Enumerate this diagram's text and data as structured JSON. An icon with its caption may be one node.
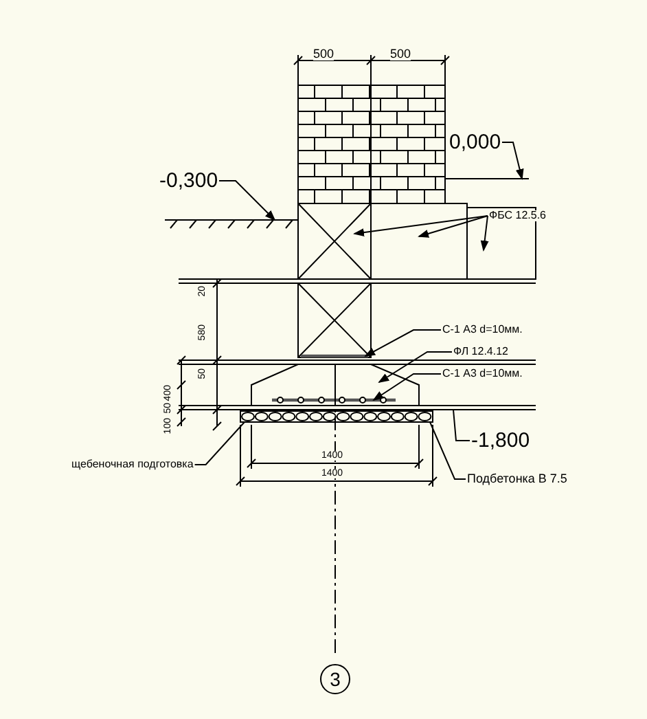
{
  "diagram": {
    "nodes": [
      {
        "text": [
          "-0,300"
        ]
      },
      {
        "text": [
          "0,000"
        ]
      },
      {
        "text": [
          "ФБС 12.5.6"
        ]
      },
      {
        "text": [
          "С-1 А3 d=10мм."
        ]
      },
      {
        "text": [
          "ФЛ 12.4.12"
        ]
      },
      {
        "text": [
          "С-1 А3 d=10мм."
        ]
      },
      {
        "text": [
          "-1,800"
        ]
      },
      {
        "text": [
          "щебеночная подготовка"
        ]
      },
      {
        "text": [
          "Подбетонка В 7.5"
        ]
      },
      {
        "text": [
          "3"
        ]
      },
      {
        "text": [],
        "shape": "line"
      },
      {
        "text": [],
        "shape": "line"
      },
      {
        "text": [],
        "shape": "box"
      },
      {
        "text": [],
        "shape": "box"
      },
      {
        "text": [],
        "shape": "box"
      },
      {
        "text": [],
        "shape": "bar"
      },
      {
        "text": [],
        "shape": "box"
      },
      {
        "text": [],
        "shape": "bar",
        "in": 16
      },
      {
        "text": [],
        "shape": "box"
      },
      {
        "text": [],
        "shape": "line"
      }
    ],
    "edges": [
      {
        "from": 0,
        "to": 10,
        "arrow": "to"
      },
      {
        "from": 1,
        "to": 11,
        "arrow": "to"
      },
      {
        "from": 2,
        "to": 12,
        "arrow": "to"
      },
      {
        "from": 2,
        "to": 13,
        "arrow": "to"
      },
      {
        "from": 2,
        "to": 14,
        "arrow": "to"
      },
      {
        "from": 3,
        "to": 15,
        "arrow": "to"
      },
      {
        "from": 4,
        "to": 16,
        "arrow": "to"
      },
      {
        "from": 5,
        "to": 17,
        "arrow": "to"
      },
      {
        "from": 6,
        "to": 19,
        "arrow": "none"
      },
      {
        "from": 7,
        "to": 18,
        "arrow": "none"
      },
      {
        "from": 8,
        "to": 18,
        "arrow": "none"
      }
    ],
    "labels": [
      "500",
      "500",
      "20",
      "580",
      "50",
      "400",
      "50",
      "100",
      "1400",
      "1400"
    ]
  }
}
